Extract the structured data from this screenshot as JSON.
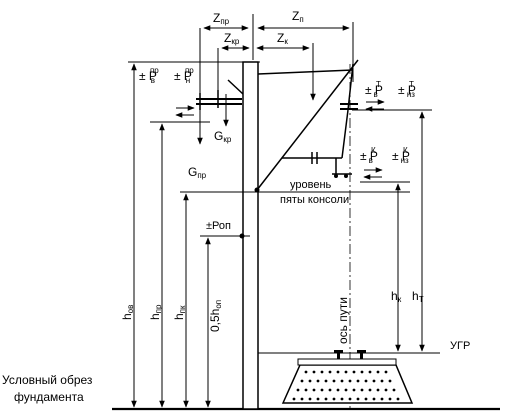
{
  "dimensions": {
    "z_pr": "Z",
    "z_pr_sub": "пр",
    "z_kr": "Z",
    "z_kr_sub": "кр",
    "z_p": "Z",
    "z_p_sub": "п",
    "z_k": "Z",
    "z_k_sub": "к"
  },
  "loads": {
    "pv_pr": "± P",
    "pv_pr_sub": "в",
    "pv_pr_sup": "пр",
    "pn_pr": "± P",
    "pn_pr_sub": "н",
    "pn_pr_sup": "пр",
    "pv_t": "± P",
    "pv_t_sub": "в",
    "pv_t_sup": "Т",
    "pn_t": "± P",
    "pn_t_sub": "нз",
    "pn_t_sup": "Т",
    "pv_k": "± P",
    "pv_k_sub": "в",
    "pv_k_sup": "К",
    "pn_k": "± P",
    "pn_k_sub": "нз",
    "pn_k_sup": "К",
    "g_kr": "G",
    "g_kr_sub": "кр",
    "g_pr": "G",
    "g_pr_sub": "пр",
    "p_op": "±Роп"
  },
  "heights": {
    "h_ov": "h",
    "h_ov_sub": "ов",
    "h_pr": "h",
    "h_pr_sub": "пр",
    "h_pk": "h",
    "h_pk_sub": "пк",
    "h_half": "0,5h",
    "h_half_sub": "оп",
    "h_k": "h",
    "h_k_sub": "к",
    "h_t": "h",
    "h_t_sub": "Т"
  },
  "labels": {
    "level_line1": "уровень",
    "level_line2": "пяты консоли",
    "track_axis": "ось пути",
    "ugr": "УГР",
    "foundation_line1": "Условный обрез",
    "foundation_line2": "фундамента"
  }
}
